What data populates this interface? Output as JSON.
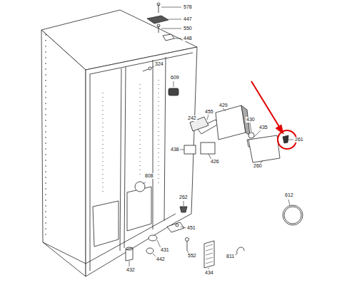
{
  "diagram": {
    "labels": [
      "578",
      "447",
      "550",
      "448",
      "324",
      "609",
      "455",
      "429",
      "242",
      "430",
      "435",
      "261",
      "438",
      "426",
      "260",
      "808",
      "262",
      "451",
      "431",
      "552",
      "442",
      "432",
      "434",
      "811",
      "612"
    ]
  }
}
